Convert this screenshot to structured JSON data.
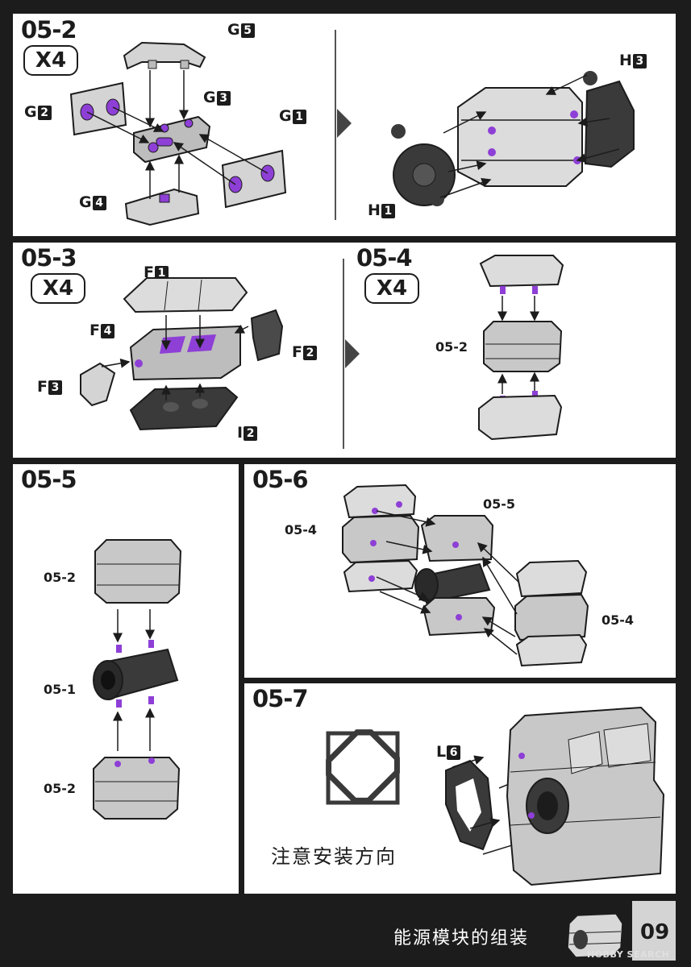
{
  "steps": {
    "s052": {
      "title": "05-2",
      "mult": "X4",
      "parts": {
        "g5": {
          "l": "G",
          "n": "5"
        },
        "g3": {
          "l": "G",
          "n": "3"
        },
        "g2": {
          "l": "G",
          "n": "2"
        },
        "g1": {
          "l": "G",
          "n": "1"
        },
        "g4": {
          "l": "G",
          "n": "4"
        },
        "h3": {
          "l": "H",
          "n": "3"
        },
        "h1": {
          "l": "H",
          "n": "1"
        }
      }
    },
    "s053": {
      "title": "05-3",
      "mult": "X4",
      "parts": {
        "f1": {
          "l": "F",
          "n": "1"
        },
        "f4": {
          "l": "F",
          "n": "4"
        },
        "f2": {
          "l": "F",
          "n": "2"
        },
        "f3": {
          "l": "F",
          "n": "3"
        },
        "i2": {
          "l": "I",
          "n": "2"
        }
      }
    },
    "s054": {
      "title": "05-4",
      "mult": "X4",
      "ref": "05-2"
    },
    "s055": {
      "title": "05-5",
      "refs": [
        "05-2",
        "05-1",
        "05-2"
      ]
    },
    "s056": {
      "title": "05-6",
      "refs": [
        "05-5",
        "05-4",
        "05-4"
      ]
    },
    "s057": {
      "title": "05-7",
      "part": {
        "l": "L",
        "n": "6"
      },
      "note": "注意安装方向"
    }
  },
  "footer": {
    "title": "能源模块的组装",
    "page": "09",
    "watermark": "HOBBY SEARCH"
  },
  "colors": {
    "accent_purple": "#8e3fd6",
    "ink": "#1c1c1c",
    "part_gray": "#cfcfcf",
    "part_dark": "#3a3a3a"
  }
}
